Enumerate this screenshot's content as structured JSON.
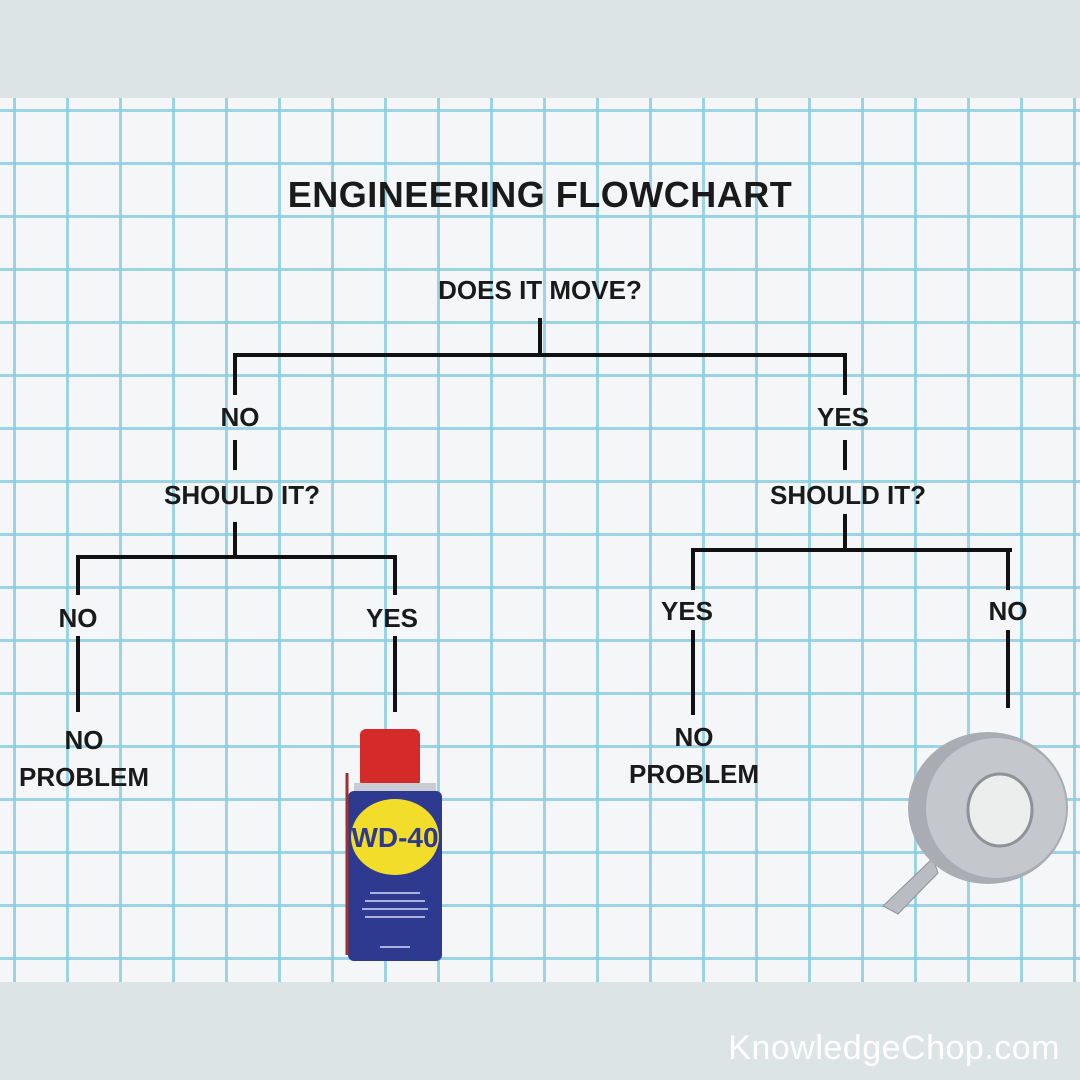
{
  "title": "ENGINEERING FLOWCHART",
  "root": "DOES IT MOVE?",
  "left": {
    "answer": "NO",
    "question": "SHOULD IT?",
    "no": "NO",
    "yes": "YES",
    "no_result": [
      "NO",
      "PROBLEM"
    ],
    "yes_result": "WD-40"
  },
  "right": {
    "answer": "YES",
    "question": "SHOULD IT?",
    "yes": "YES",
    "no": "NO",
    "yes_result": [
      "NO",
      "PROBLEM"
    ],
    "no_result": "duct-tape"
  },
  "footer": "KnowledgeChop.com"
}
